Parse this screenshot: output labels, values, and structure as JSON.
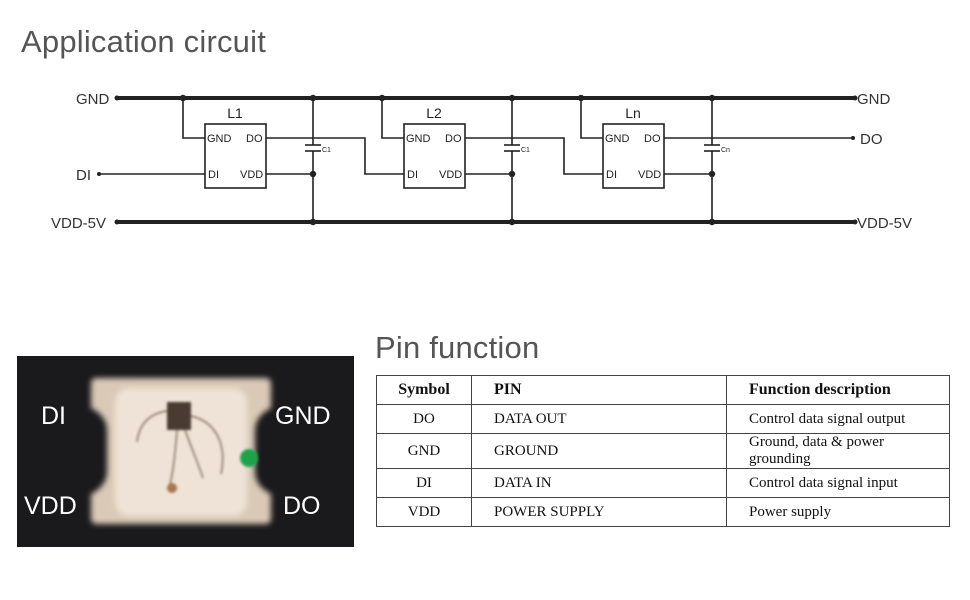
{
  "app_circuit": {
    "title": "Application circuit",
    "rail_labels": {
      "gnd_left": "GND",
      "gnd_right": "GND",
      "di": "DI",
      "do": "DO",
      "vdd_left": "VDD-5V",
      "vdd_right": "VDD-5V"
    },
    "leds": [
      {
        "name": "L1",
        "pin_gnd": "GND",
        "pin_do": "DO",
        "pin_di": "DI",
        "pin_vdd": "VDD",
        "cap": "C1"
      },
      {
        "name": "L2",
        "pin_gnd": "GND",
        "pin_do": "DO",
        "pin_di": "DI",
        "pin_vdd": "VDD",
        "cap": "C1"
      },
      {
        "name": "Ln",
        "pin_gnd": "GND",
        "pin_do": "DO",
        "pin_di": "DI",
        "pin_vdd": "VDD",
        "cap": "Cn"
      }
    ]
  },
  "photo": {
    "labels": {
      "top_left": "DI",
      "top_right": "GND",
      "bottom_left": "VDD",
      "bottom_right": "DO"
    },
    "colors": {
      "background": "#1a1a1c",
      "package": "#d9c9b6",
      "green_dot": "#1fa34a"
    }
  },
  "pin_function": {
    "title": "Pin function",
    "headers": [
      "Symbol",
      "PIN",
      "Function description"
    ],
    "rows": [
      {
        "symbol": "DO",
        "pin": "DATA OUT",
        "desc": "Control data signal output"
      },
      {
        "symbol": "GND",
        "pin": "GROUND",
        "desc": "Ground, data & power grounding"
      },
      {
        "symbol": "DI",
        "pin": "DATA IN",
        "desc": "Control data signal input"
      },
      {
        "symbol": "VDD",
        "pin": "POWER SUPPLY",
        "desc": "Power supply"
      }
    ]
  }
}
